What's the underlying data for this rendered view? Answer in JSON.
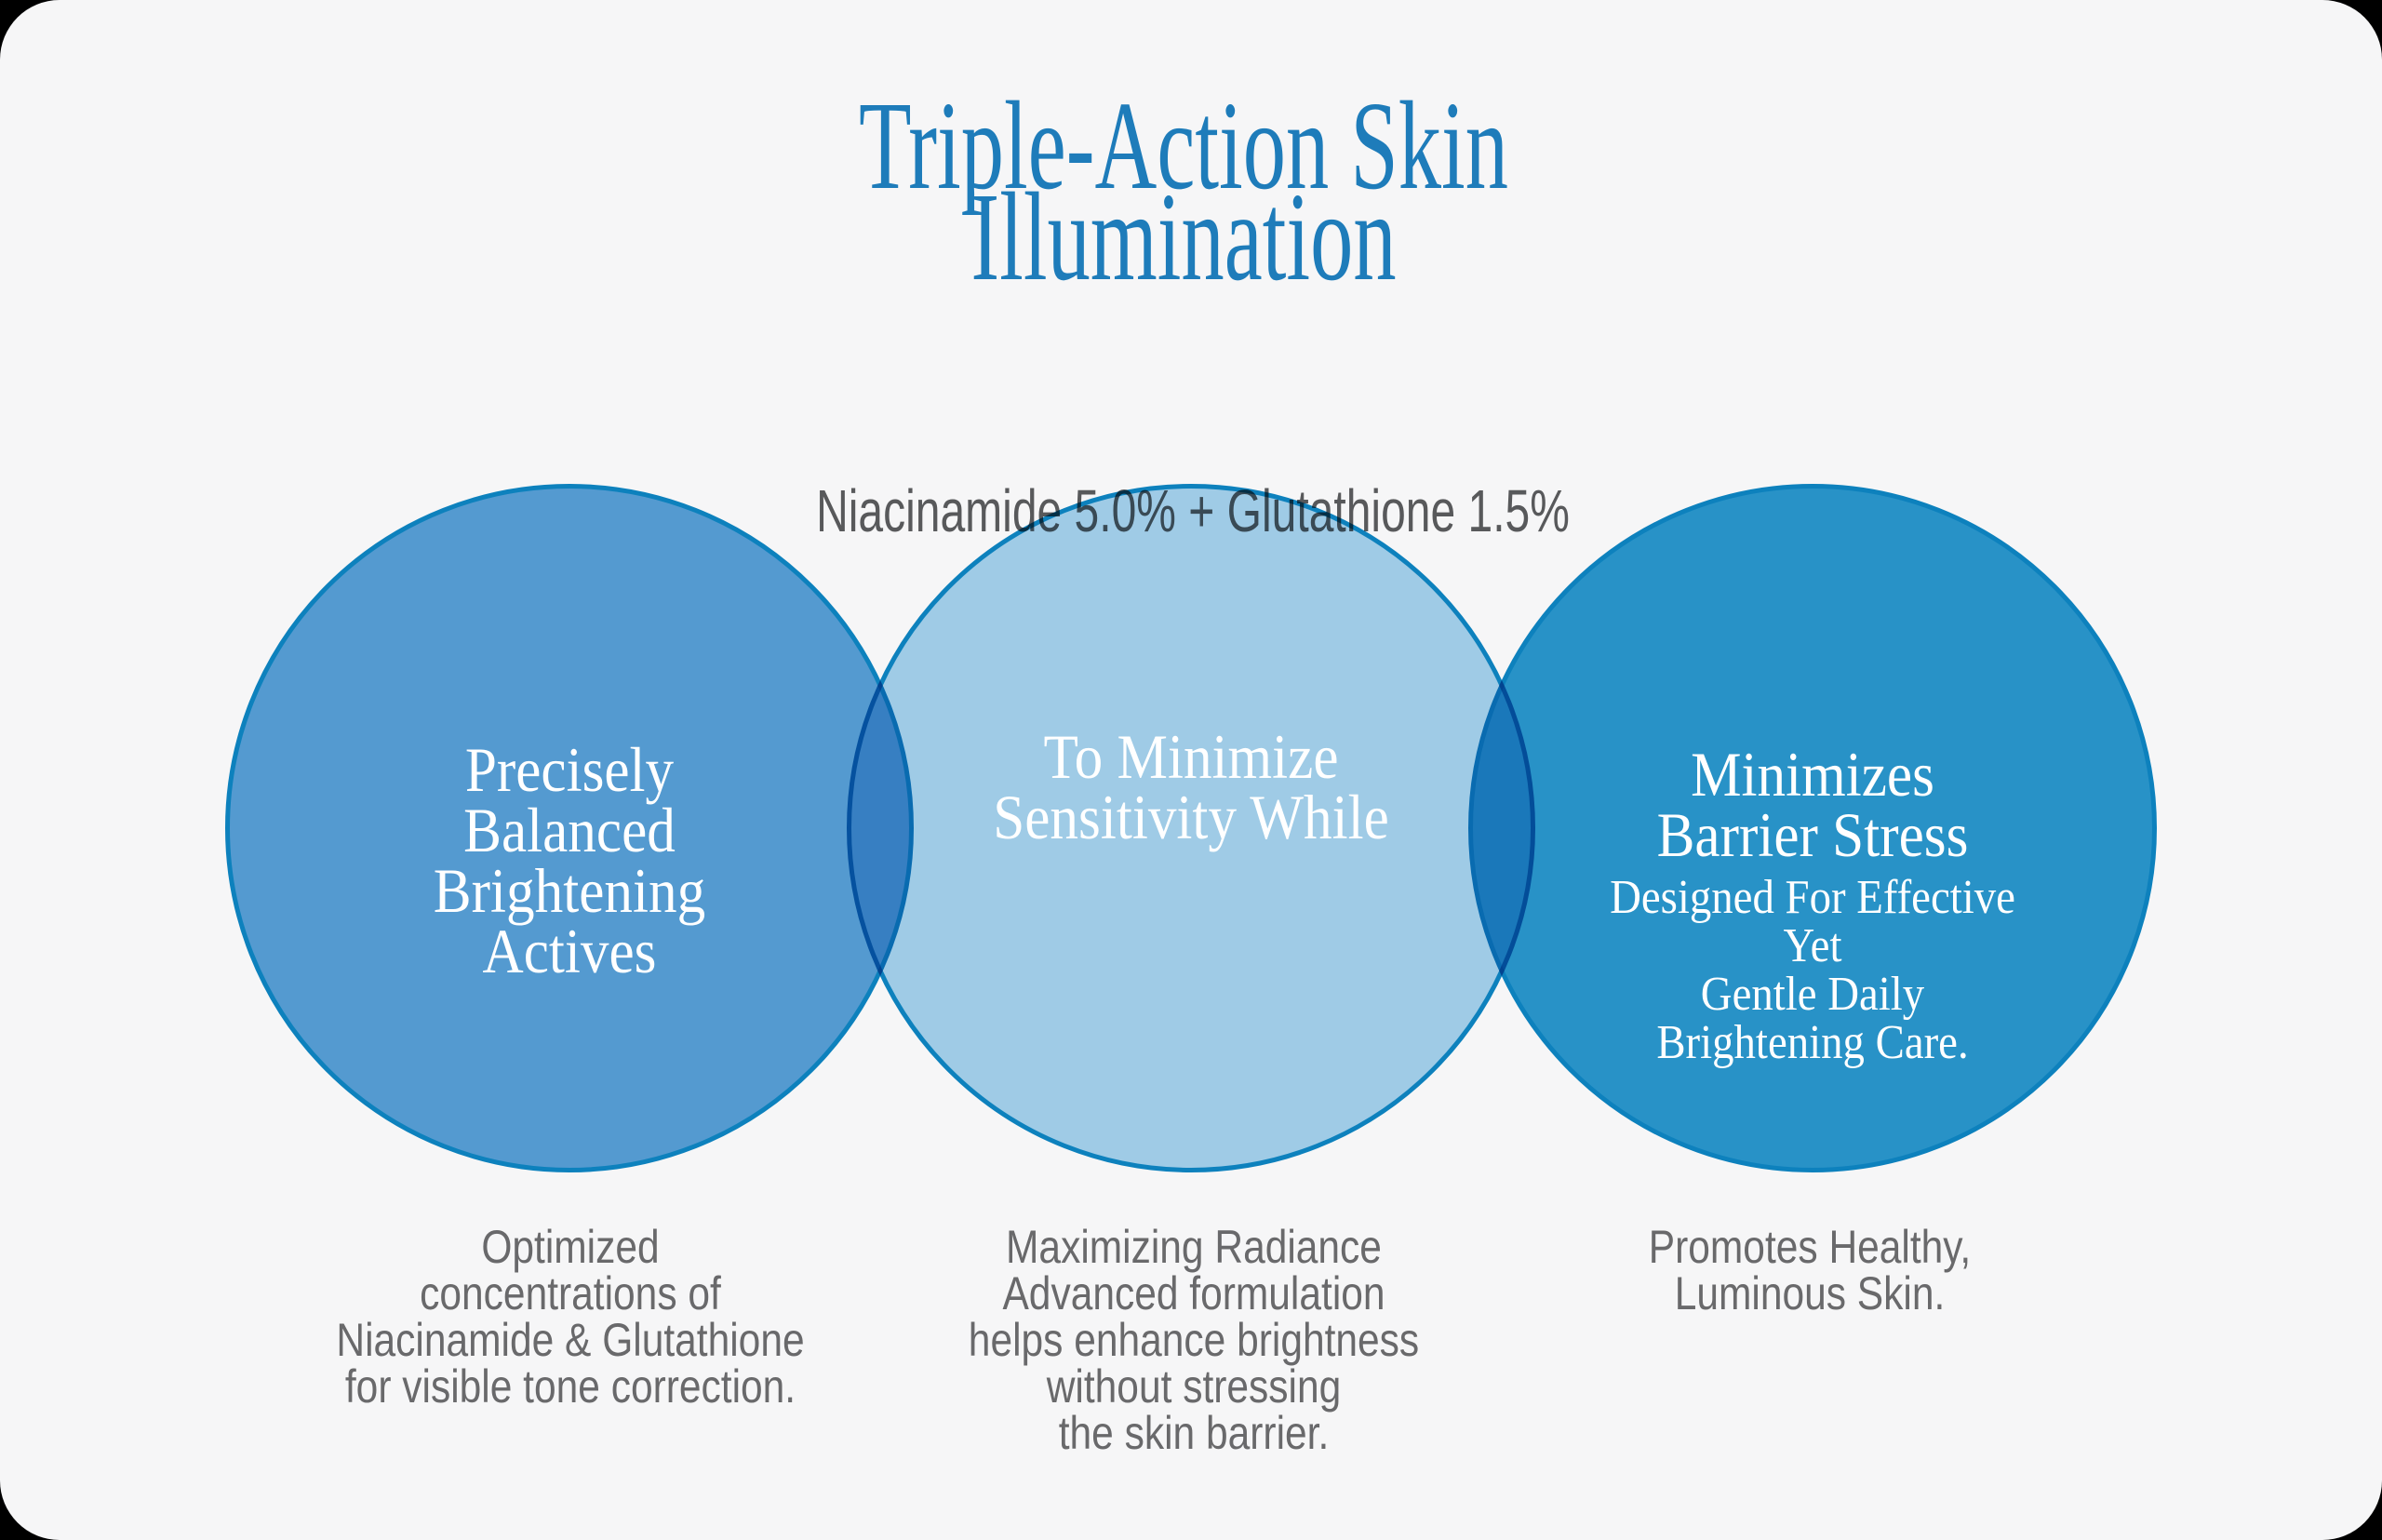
{
  "page": {
    "background": "#000000",
    "card_background": "#f6f6f7"
  },
  "header": {
    "title": "Triple-Action Skin\nIllumination",
    "title_color": "#1e7cba",
    "subtitle": "Niacinamide 5.0% + Glutathione 1.5%",
    "subtitle_color": "#58595b"
  },
  "diagram": {
    "type": "venn",
    "border_color": "#0d86c3",
    "label_color": "#ffffff",
    "caption_color": "#69696b",
    "circles": [
      {
        "label": "Precisely\nBalanced\nBrightening\nActives",
        "fill": "#57a0d7",
        "caption": "Optimized\nconcentrations of\nNiacinamide & Glutathione\nfor visible tone correction."
      },
      {
        "label": "To Minimize\nSensitivity While",
        "fill": "#a5d3ee",
        "caption": "Maximizing Radiance\nAdvanced formulation\nhelps enhance brightness\nwithout stressing\nthe skin barrier."
      },
      {
        "label": "Minimizes\nBarrier Stress",
        "sublabel": "Designed For Effective\nYet\nGentle Daily\nBrightening Care.",
        "fill": "#2997ce",
        "caption": "Promotes Healthy,\nLuminous Skin."
      }
    ]
  }
}
